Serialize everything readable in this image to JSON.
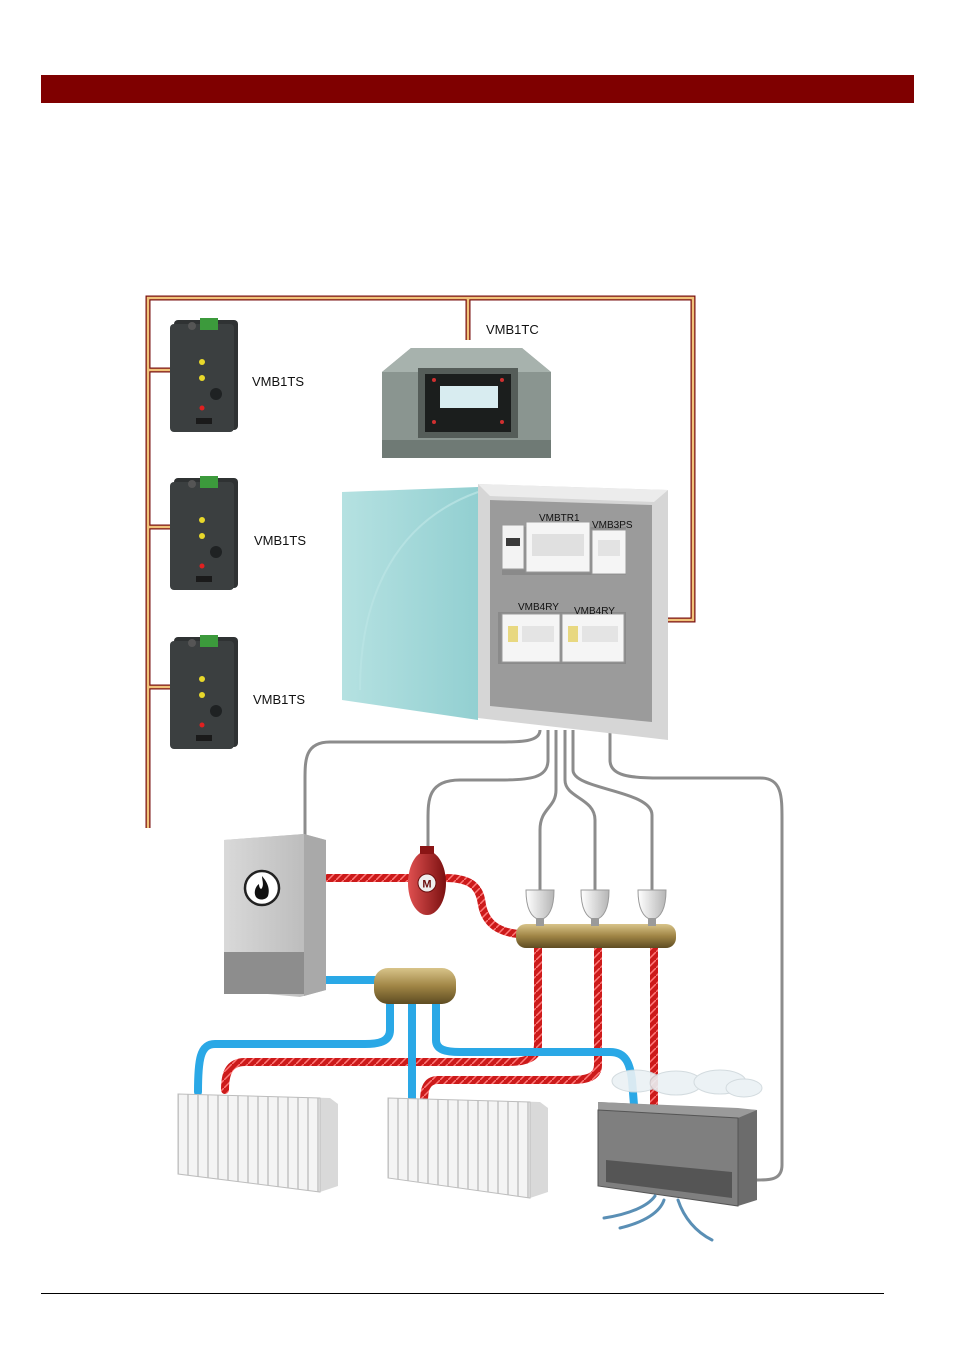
{
  "colors": {
    "header_bar": "#7f0000",
    "hot_pipe": "#cc1a1a",
    "cold_pipe": "#2aa8e6",
    "bus_cable": "#8c8c8c"
  },
  "icons": [
    "flame-icon",
    "motor-icon",
    "airflow-icon",
    "steam-icon"
  ],
  "diagram": {
    "labels": {
      "ts1": "VMB1TS",
      "ts2": "VMB1TS",
      "ts3": "VMB1TS",
      "tc": "VMB1TC",
      "tr1": "VMBTR1",
      "ps": "VMB3PS",
      "ry1": "VMB4RY",
      "ry2": "VMB4RY",
      "motor": "M"
    }
  }
}
